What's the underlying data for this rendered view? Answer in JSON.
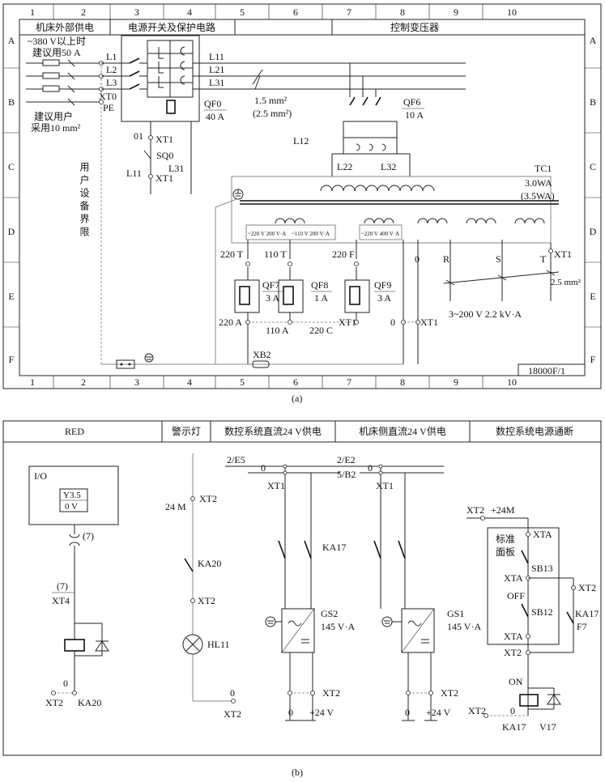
{
  "panel_a": {
    "caption": "(a)",
    "col_numbers": [
      "1",
      "2",
      "3",
      "4",
      "5",
      "6",
      "7",
      "8",
      "9",
      "10"
    ],
    "row_letters": [
      "A",
      "B",
      "C",
      "D",
      "E",
      "F"
    ],
    "header_sections": [
      "机床外部供电",
      "电源开关及保护电路",
      "控制变压器"
    ],
    "supply_note": "~380 V以上时",
    "fuse_note": "建议用50 A",
    "user_note_1": "建议用户",
    "user_note_2": "采用10 mm²",
    "boundary_label": "用户设备界限",
    "phases_in": [
      "L1",
      "L2",
      "L3"
    ],
    "xt0": "XT0",
    "pe": "PE",
    "phases_out": [
      "L11",
      "L21",
      "L31"
    ],
    "qf0_name": "QF0",
    "qf0_rating": "40 A",
    "wire_size": "1.5 mm²",
    "wire_size_alt": "(2.5 mm²)",
    "sq_block": {
      "n01": "01",
      "xt1_top": "XT1",
      "sq0": "SQ0",
      "l11": "L11",
      "l31": "L31",
      "xt1_bot": "XT1"
    },
    "qf6_name": "QF6",
    "qf6_rating": "10 A",
    "l12": "L12",
    "l22": "L22",
    "l32": "L32",
    "tc1": "TC1",
    "tc1_rating": "3.0WA",
    "tc1_rating_alt": "(3.5WA)",
    "tap_labels": [
      "~220 V 200 V·A",
      "~110 V 200 V·A",
      "~220 V 400 V·A"
    ],
    "terminals": [
      "220 T",
      "110 T",
      "220 F",
      "0",
      "R",
      "S",
      "T"
    ],
    "xt1_right": "XT1",
    "qf7": {
      "name": "QF7",
      "rating": "3 A"
    },
    "qf8": {
      "name": "QF8",
      "rating": "1 A"
    },
    "qf9": {
      "name": "QF9",
      "rating": "3 A"
    },
    "bottom_labels": [
      "220 A",
      "110 A",
      "220 C",
      "XT1",
      "0",
      "XT1"
    ],
    "wire_size_right": "2.5 mm²",
    "three_phase_out": "3~200 V   2.2   kV·A",
    "xb2": "XB2",
    "doc_number": "18000F/1"
  },
  "panel_b": {
    "caption": "(b)",
    "header_sections": [
      "RED",
      "警示灯",
      "数控系统直流24 V供电",
      "机床侧直流24 V供电",
      "数控系统电源通断"
    ],
    "io_block": {
      "title": "I/O",
      "y35": "Y3.5",
      "zero_v": "0 V",
      "tag7": "(7)",
      "tag7b": "(7)",
      "xt4": "XT4",
      "zero": "0",
      "xt2": "XT2",
      "ka20": "KA20"
    },
    "lamp": {
      "v24m": "24 M",
      "xt2_top": "XT2",
      "ka20": "KA20",
      "xt2_mid": "XT2",
      "hl11": "HL11",
      "zero": "0",
      "xt2_bot": "XT2"
    },
    "dc_nc": {
      "top_ref": "2/E5",
      "zero": "0",
      "xt1": "XT1",
      "ka17": "KA17",
      "gs2": "GS2",
      "rating": "145 V·A",
      "xt2": "XT2",
      "out0": "0",
      "out24": "+24 V"
    },
    "dc_machine": {
      "top_ref": "2/E2",
      "ref2": "5/B2",
      "zero": "0",
      "xt1": "XT1",
      "gs1": "GS1",
      "rating": "145 V·A",
      "xt2": "XT2",
      "out0": "0",
      "out24": "+24 V"
    },
    "power_switch": {
      "xt2_top": "XT2",
      "p24m": "+24M",
      "panel_name_1": "标准",
      "panel_name_2": "面板",
      "xta1": "XTA",
      "xta2": "XTA",
      "xta3": "XTA",
      "sb13": "SB13",
      "off": "OFF",
      "sb12": "SB12",
      "xt2_r": "XT2",
      "ka17_r": "KA17",
      "f7": "F7",
      "xt2_mid": "XT2",
      "on": "ON",
      "xt2_bot": "XT2",
      "zero": "0",
      "ka17": "KA17",
      "v17": "V17"
    }
  }
}
